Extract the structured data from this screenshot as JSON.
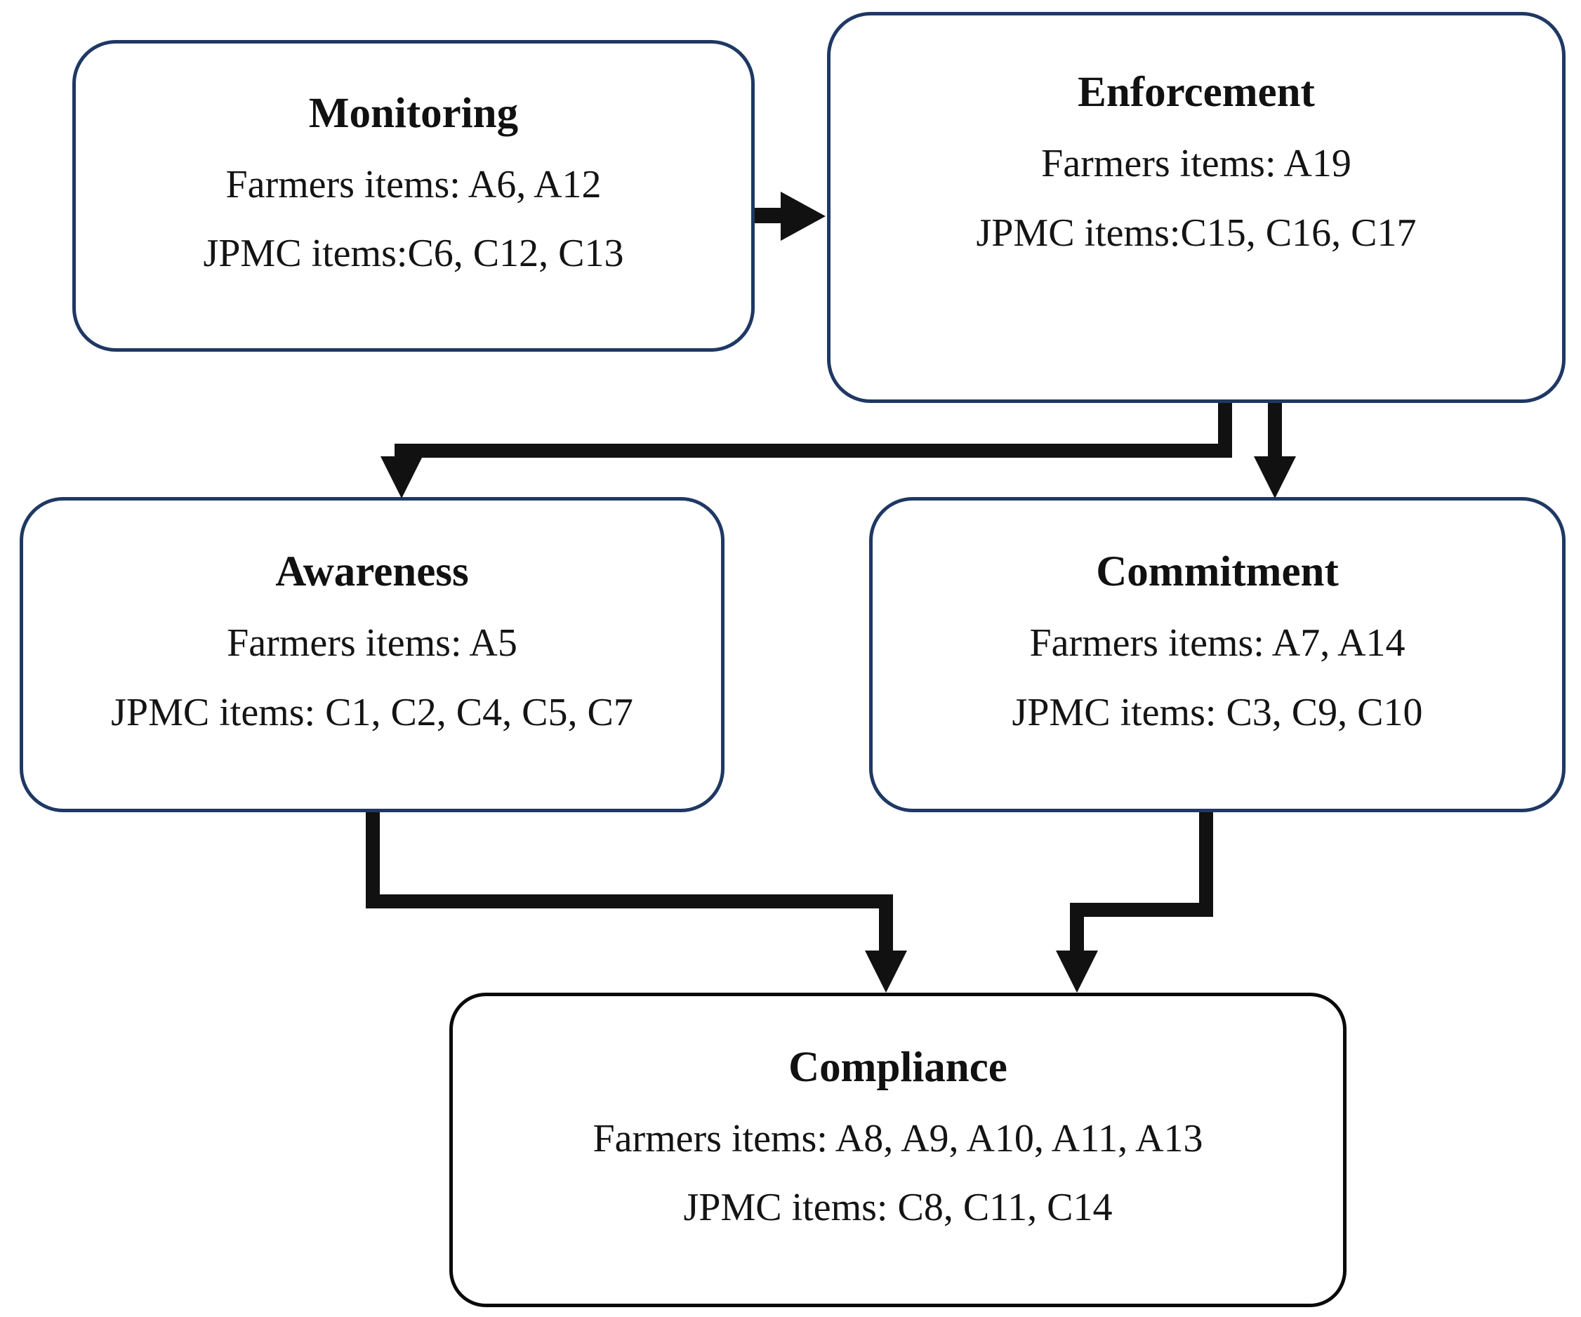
{
  "diagram": {
    "type": "flowchart",
    "background": "#ffffff",
    "nodes": [
      {
        "id": "monitoring",
        "title": "Monitoring",
        "lines": [
          "Farmers items: A6, A12",
          "JPMC items:C6, C12, C13"
        ],
        "border_color": "#1f3864"
      },
      {
        "id": "enforcement",
        "title": "Enforcement",
        "lines": [
          "Farmers items: A19",
          "JPMC items:C15, C16, C17"
        ],
        "border_color": "#1f3864"
      },
      {
        "id": "awareness",
        "title": "Awareness",
        "lines": [
          "Farmers items: A5",
          "JPMC items: C1, C2, C4, C5, C7"
        ],
        "border_color": "#1f3864"
      },
      {
        "id": "commitment",
        "title": "Commitment",
        "lines": [
          "Farmers items: A7, A14",
          "JPMC items: C3, C9, C10"
        ],
        "border_color": "#1f3864"
      },
      {
        "id": "compliance",
        "title": "Compliance",
        "lines": [
          "Farmers items: A8, A9, A10, A11, A13",
          "JPMC items: C8, C11, C14"
        ],
        "border_color": "#0a0a0a"
      }
    ],
    "edges": [
      {
        "from": "monitoring",
        "to": "enforcement",
        "direction": "right"
      },
      {
        "from": "enforcement",
        "to": "awareness",
        "direction": "down-left-down"
      },
      {
        "from": "enforcement",
        "to": "commitment",
        "direction": "down"
      },
      {
        "from": "awareness",
        "to": "compliance",
        "direction": "down-right-down"
      },
      {
        "from": "commitment",
        "to": "compliance",
        "direction": "down-left-down"
      }
    ],
    "colors": {
      "node_border": "#1f3864",
      "compliance_border": "#0a0a0a",
      "arrow": "#111111",
      "text": "#141414",
      "background": "#ffffff"
    }
  }
}
